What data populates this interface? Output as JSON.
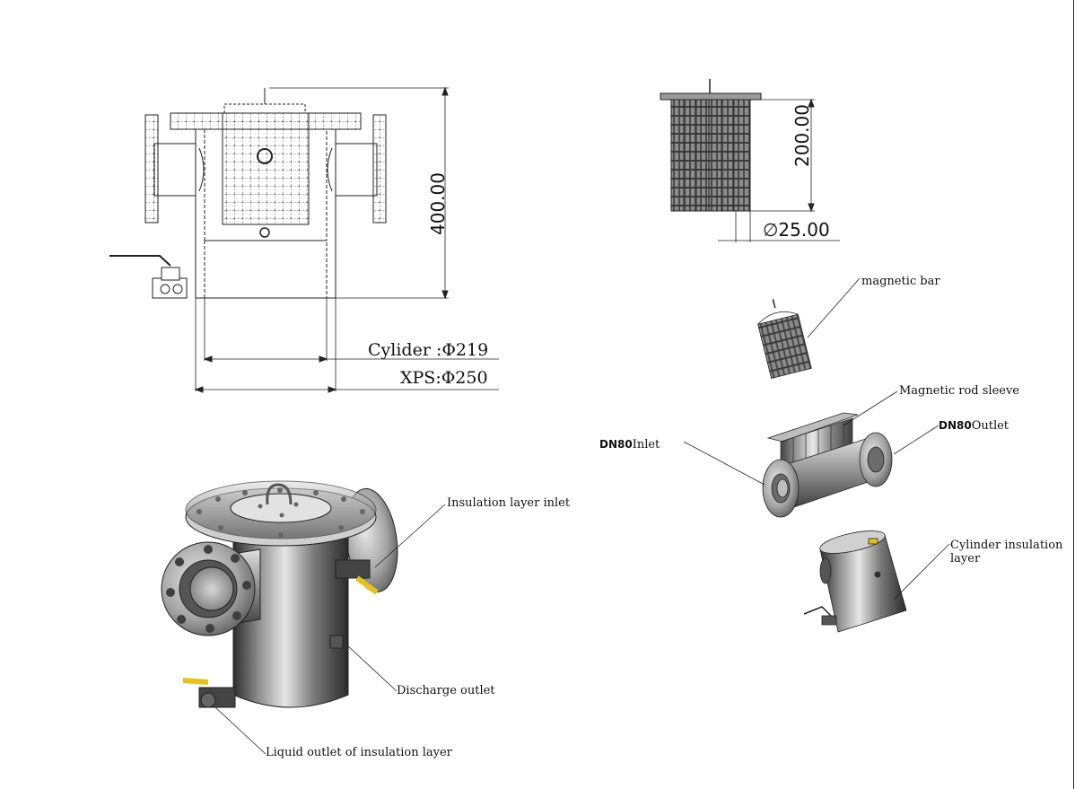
{
  "dimensions": {
    "height_total": "400.00",
    "cylinder_diameter": "Cylider :Φ219",
    "xps_diameter": "XPS:Φ250",
    "bar_height": "200.00",
    "bar_diameter": "∅25.00"
  },
  "labels": {
    "magnetic_bar": "magnetic bar",
    "magnetic_rod_sleeve": "Magnetic rod sleeve",
    "dn80_inlet_prefix": "DN80",
    "dn80_inlet_suffix": "Inlet",
    "dn80_outlet_prefix": "DN80",
    "dn80_outlet_suffix": "Outlet",
    "cylinder_insulation_layer_1": "Cylinder insulation",
    "cylinder_insulation_layer_2": "layer",
    "insulation_layer_inlet": "Insulation layer inlet",
    "discharge_outlet": "Discharge outlet",
    "liquid_outlet": "Liquid outlet of insulation layer"
  },
  "colors": {
    "line": "#222222",
    "metal_dark": "#3a3a3a",
    "metal_mid": "#8a8a8a",
    "metal_light": "#d6d6d6",
    "handle_yellow": "#e8c21a"
  }
}
